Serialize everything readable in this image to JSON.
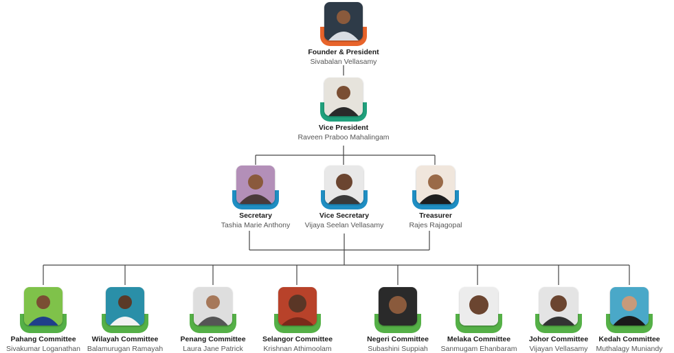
{
  "colors": {
    "line": "#444444",
    "orange": "#e8642b",
    "teal": "#20a07c",
    "blue": "#1f8ec3",
    "green": "#55b047"
  },
  "top": [
    {
      "role": "Founder & President",
      "name": "Sivabalan Vellasamy",
      "accent": "orange"
    },
    {
      "role": "Vice President",
      "name": "Raveen Praboo Mahalingam",
      "accent": "teal"
    }
  ],
  "officers": [
    {
      "role": "Secretary",
      "name": "Tashia Marie Anthony"
    },
    {
      "role": "Vice Secretary",
      "name": "Vijaya Seelan Vellasamy"
    },
    {
      "role": "Treasurer",
      "name": "Rajes Rajagopal"
    }
  ],
  "committees": [
    {
      "role": "Pahang Committee",
      "name": "Sivakumar Loganathan"
    },
    {
      "role": "Wilayah Committee",
      "name": "Balamurugan Ramayah"
    },
    {
      "role": "Penang Committee",
      "name": "Laura Jane Patrick"
    },
    {
      "role": "Selangor Committee",
      "name": "Krishnan Athimoolam"
    },
    {
      "role": "Negeri Committee",
      "name": "Subashini Suppiah"
    },
    {
      "role": "Melaka Committee",
      "name": "Sanmugam Ehanbaram"
    },
    {
      "role": "Johor Committee",
      "name": "Vijayan Vellasamy"
    },
    {
      "role": "Kedah Committee",
      "name": "Muthalagy Muniandy"
    }
  ]
}
